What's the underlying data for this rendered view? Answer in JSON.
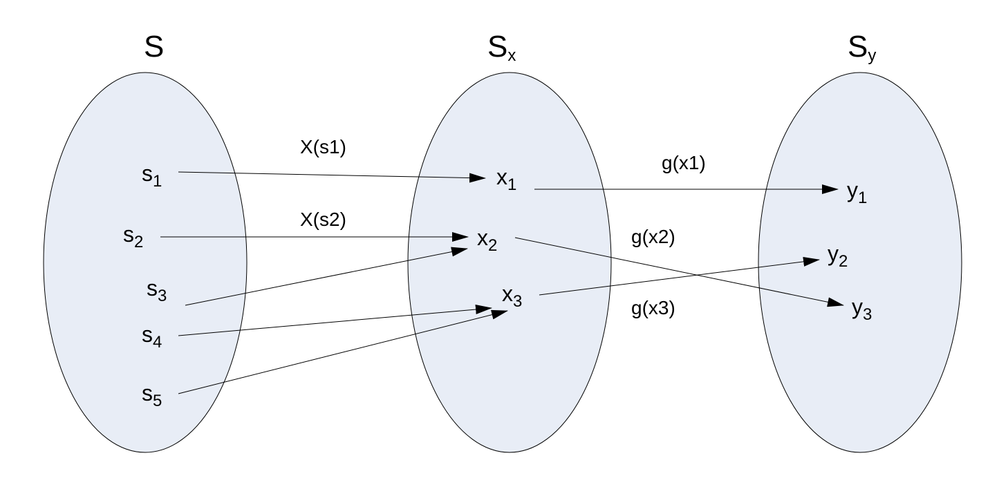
{
  "sets": {
    "domain": {
      "name": "S",
      "subscript": ""
    },
    "range_x": {
      "name": "S",
      "subscript": "x"
    },
    "range_y": {
      "name": "S",
      "subscript": "y"
    }
  },
  "domain_elements": [
    {
      "base": "s",
      "sub": "1"
    },
    {
      "base": "s",
      "sub": "2"
    },
    {
      "base": "s",
      "sub": "3"
    },
    {
      "base": "s",
      "sub": "4"
    },
    {
      "base": "s",
      "sub": "5"
    }
  ],
  "x_elements": [
    {
      "base": "x",
      "sub": "1"
    },
    {
      "base": "x",
      "sub": "2"
    },
    {
      "base": "x",
      "sub": "3"
    }
  ],
  "y_elements": [
    {
      "base": "y",
      "sub": "1"
    },
    {
      "base": "y",
      "sub": "2"
    },
    {
      "base": "y",
      "sub": "3"
    }
  ],
  "mapping_labels": {
    "X_s1": "X(s1)",
    "X_s2": "X(s2)",
    "g_x1": "g(x1)",
    "g_x2": "g(x2)",
    "g_x3": "g(x3)"
  },
  "mappings": {
    "X": [
      {
        "from": "s1",
        "to": "x1"
      },
      {
        "from": "s2",
        "to": "x2"
      },
      {
        "from": "s3",
        "to": "x2"
      },
      {
        "from": "s4",
        "to": "x3"
      },
      {
        "from": "s5",
        "to": "x3"
      }
    ],
    "g": [
      {
        "from": "x1",
        "to": "y1"
      },
      {
        "from": "x2",
        "to": "y3"
      },
      {
        "from": "x3",
        "to": "y2"
      }
    ]
  },
  "colors": {
    "ellipse_fill": "#e8edf6",
    "stroke": "#000000"
  }
}
